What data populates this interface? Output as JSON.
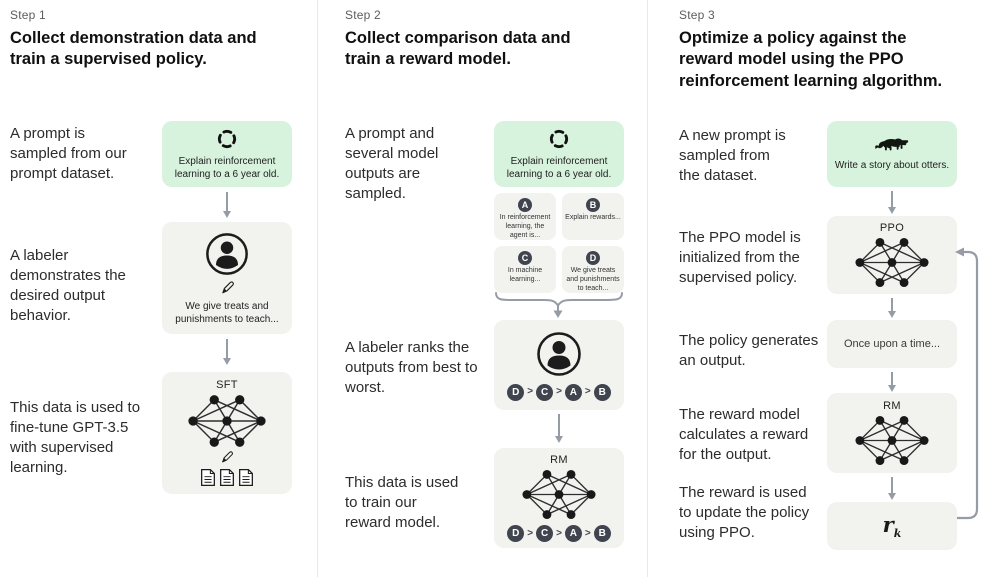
{
  "misc": {
    "gt": ">"
  },
  "colors": {
    "prompt_box_green": "#d7f2dd",
    "model_box_gray": "#f2f2ef",
    "badge_dark": "#40444e",
    "arrow_gray": "#969ca6"
  },
  "step1": {
    "label": "Step 1",
    "title": "Collect demonstration data and train a supervised policy.",
    "captions": {
      "prompt": "A prompt is sampled from our prompt dataset.",
      "labeler": "A labeler demonstrates the desired output behavior.",
      "finetune": "This data is used to fine-tune GPT-3.5 with supervised learning."
    },
    "boxes": {
      "prompt_text": "Explain reinforcement learning to a 6 year old.",
      "labeler_text": "We give treats and punishments to teach...",
      "sft_label": "SFT"
    }
  },
  "step2": {
    "label": "Step 2",
    "title": "Collect comparison data and train a reward model.",
    "captions": {
      "sampled": "A prompt and several model outputs are sampled.",
      "ranks": "A labeler ranks the outputs from best to worst.",
      "train": "This data is used to train our reward model."
    },
    "boxes": {
      "prompt_text": "Explain reinforcement learning to a 6 year old.",
      "outputs": [
        {
          "id": "A",
          "text": "In reinforcement learning, the agent is..."
        },
        {
          "id": "B",
          "text": "Explain rewards..."
        },
        {
          "id": "C",
          "text": "In machine learning..."
        },
        {
          "id": "D",
          "text": "We give treats and punishments to teach..."
        }
      ],
      "rm_label": "RM",
      "ranking": [
        "D",
        "C",
        "A",
        "B"
      ]
    }
  },
  "step3": {
    "label": "Step 3",
    "title": "Optimize a policy against the reward model using the PPO reinforcement learning algorithm.",
    "captions": {
      "new_prompt": "A new prompt is sampled from the dataset.",
      "ppo_init": "The PPO model is initialized from the supervised policy.",
      "generates": "The policy generates an output.",
      "reward_calc": "The reward model calculates a reward for the output.",
      "reward_update": "The reward is used to update the policy using PPO."
    },
    "boxes": {
      "prompt_text": "Write a story about otters.",
      "ppo_label": "PPO",
      "output_text": "Once upon a time...",
      "rm_label": "RM",
      "reward_symbol": "r",
      "reward_subscript": "k"
    }
  }
}
